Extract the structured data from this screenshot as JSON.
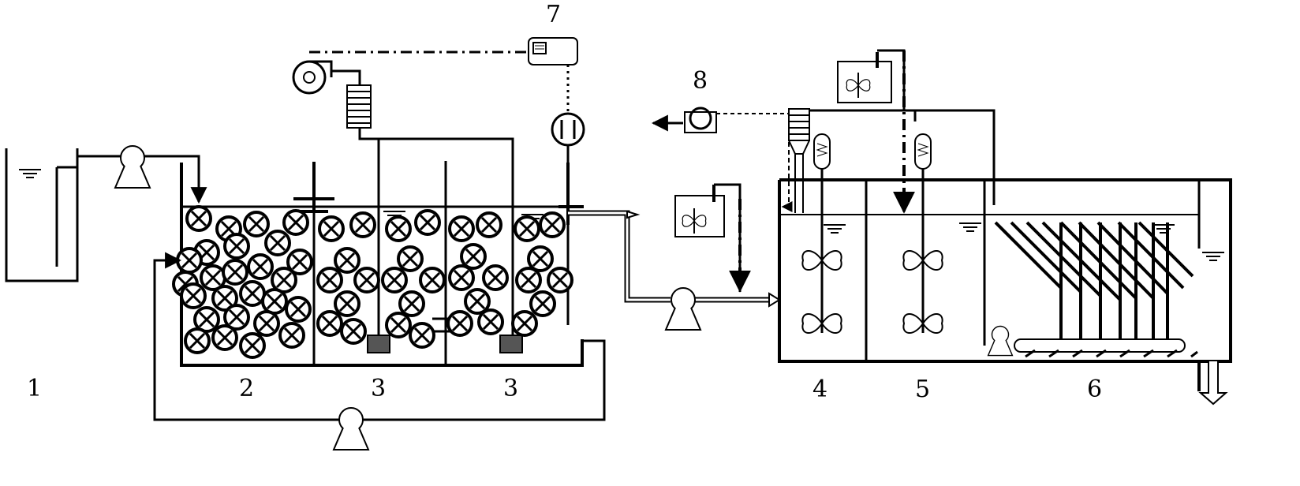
{
  "labels": {
    "n1": "1",
    "n2": "2",
    "n3a": "3",
    "n3b": "3",
    "n4": "4",
    "n5": "5",
    "n6": "6",
    "n7": "7",
    "n8": "8"
  }
}
